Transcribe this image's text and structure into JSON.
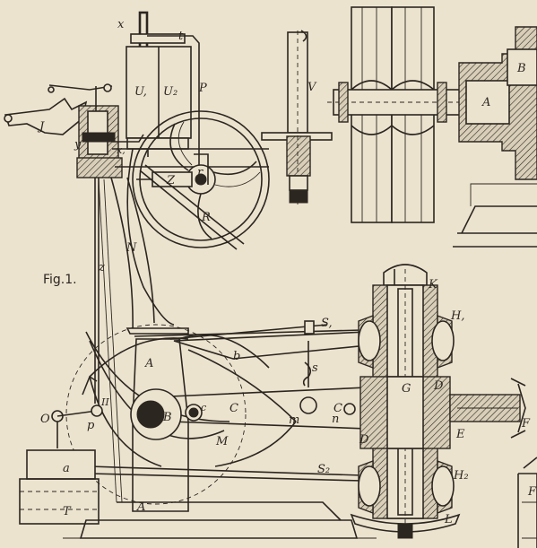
{
  "figure_title": "Fig.1.",
  "labels": {
    "x": "x",
    "t": "t",
    "U1": "U,",
    "U2": "U₂",
    "P": "P",
    "V": "V",
    "J": "J",
    "y": "y",
    "x1": "x,",
    "r": "r",
    "Z": "Z",
    "R": "R",
    "N": "N",
    "z": "z",
    "B_top": "B",
    "A_top": "A",
    "K": "K",
    "S1": "S,",
    "H1": "H,",
    "A_mid": "A",
    "b": "b",
    "s": "s",
    "G": "G",
    "D1": "D",
    "II": "II",
    "O": "O",
    "p": "p",
    "B_mid": "B",
    "c": "c",
    "C_mid": "C",
    "m": "m",
    "C_right": "C",
    "n": "n",
    "D2": "D",
    "E": "E",
    "F": "F",
    "M": "M",
    "a": "a",
    "S2": "S₂",
    "H2": "H₂",
    "T": "T",
    "A_base": "A",
    "L": "L",
    "F_edge": "F"
  }
}
